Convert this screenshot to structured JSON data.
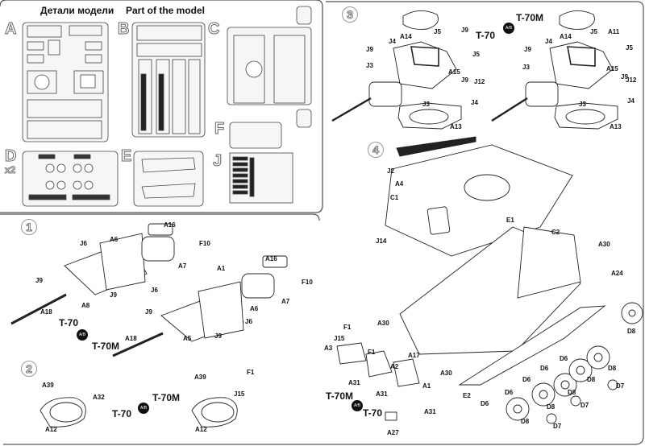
{
  "header": {
    "title_ru": "Детали модели",
    "title_en": "Part of the model"
  },
  "sprues": [
    {
      "letter": "A"
    },
    {
      "letter": "B"
    },
    {
      "letter": "C"
    },
    {
      "letter": "D",
      "multiplier": "x2"
    },
    {
      "letter": "E"
    },
    {
      "letter": "F"
    },
    {
      "letter": "J"
    }
  ],
  "steps": {
    "step1": {
      "number": "1",
      "variants": {
        "a": "T-70",
        "b": "T-70M"
      },
      "badge": "A/B",
      "labels": [
        "A16",
        "F10",
        "J6",
        "A6",
        "A7",
        "A1",
        "A16",
        "F10",
        "J9",
        "J6",
        "A7",
        "A6",
        "J9",
        "A8",
        "A18",
        "J9",
        "J6",
        "A18",
        "A5",
        "J9"
      ]
    },
    "step2": {
      "number": "2",
      "variants": {
        "a": "T-70",
        "b": "T-70M"
      },
      "badge": "A/B",
      "labels": [
        "A39",
        "A32",
        "A12",
        "A39",
        "F1",
        "J15",
        "A12"
      ]
    },
    "step3": {
      "number": "3",
      "variants": {
        "a": "T-70",
        "b": "T-70M"
      },
      "badge": "A/B",
      "labels": [
        "A14",
        "J5",
        "J9",
        "J4",
        "J9",
        "J5",
        "J3",
        "A15",
        "J9",
        "J12",
        "J3",
        "J4",
        "A13",
        "A14",
        "J5",
        "A11",
        "J4",
        "J9",
        "J5",
        "J3",
        "A15",
        "J9",
        "J12",
        "J3",
        "J4",
        "A13"
      ]
    },
    "step4": {
      "number": "4",
      "variants": {
        "a": "T-70",
        "b": "T-70M"
      },
      "badge": "A/B",
      "labels": [
        "J2",
        "A4",
        "C1",
        "E1",
        "C2",
        "J14",
        "A30",
        "A24",
        "D8",
        "A30",
        "F1",
        "J15",
        "A3",
        "F1",
        "A17",
        "A2",
        "A30",
        "A31",
        "A31",
        "A1",
        "A31",
        "A27",
        "E2",
        "D6",
        "D6",
        "D6",
        "D6",
        "D6",
        "D8",
        "D8",
        "D8",
        "D8",
        "D8",
        "D7",
        "D7",
        "D7"
      ]
    }
  },
  "colors": {
    "line": "#222222",
    "panel_border": "#555555",
    "sprue_fill": "#f4f4f4",
    "badge": "#111111"
  }
}
